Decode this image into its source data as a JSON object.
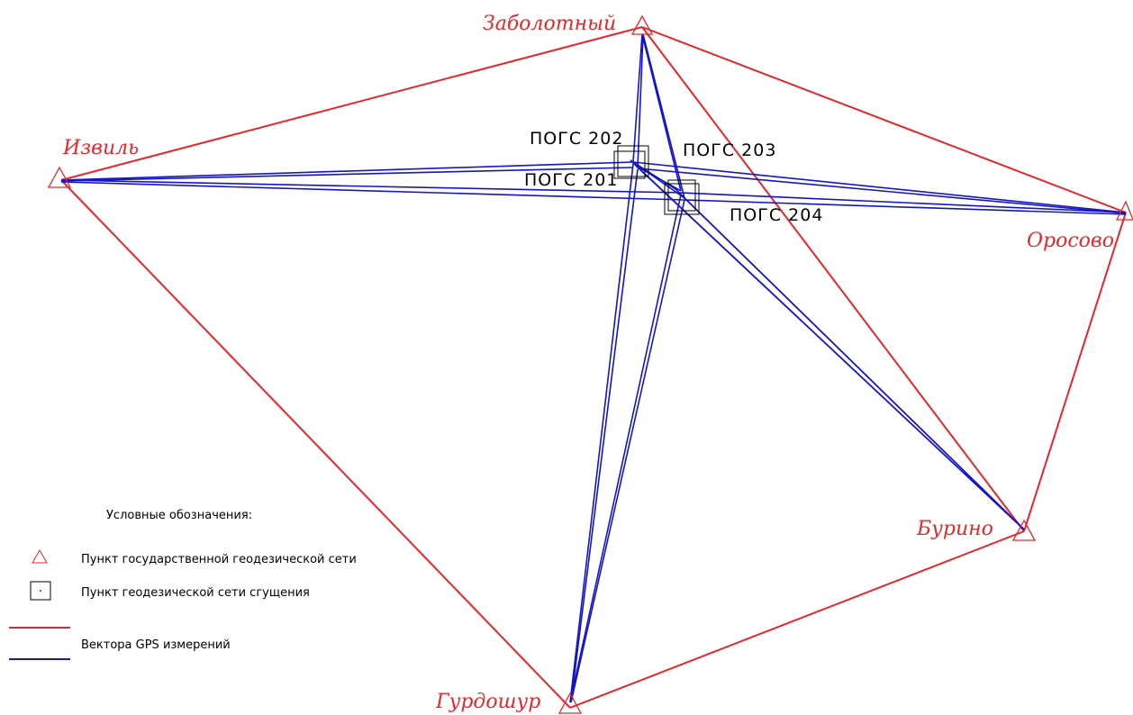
{
  "colors": {
    "state_network": "#e8262a",
    "gps_vectors": "#1515c8",
    "dense_network": "#000000"
  },
  "state_points": {
    "zabolotny": "Заболотный",
    "izvil": "Извиль",
    "orosovo": "Оросово",
    "burino": "Бурино",
    "gurdoshur": "Гурдошур"
  },
  "dense_points": {
    "p201": "ПОГС 201",
    "p202": "ПОГС 202",
    "p203": "ПОГС 203",
    "p204": "ПОГС 204"
  },
  "legend": {
    "title": "Условные обозначения:",
    "state_point": "Пункт государственной геодезической сети",
    "dense_point": "Пункт геодезической сети сгущения",
    "gps_vectors": "Вектора GPS измерений",
    "state_symbol_icon": "red-triangle-icon",
    "dense_symbol_icon": "black-square-icon"
  }
}
